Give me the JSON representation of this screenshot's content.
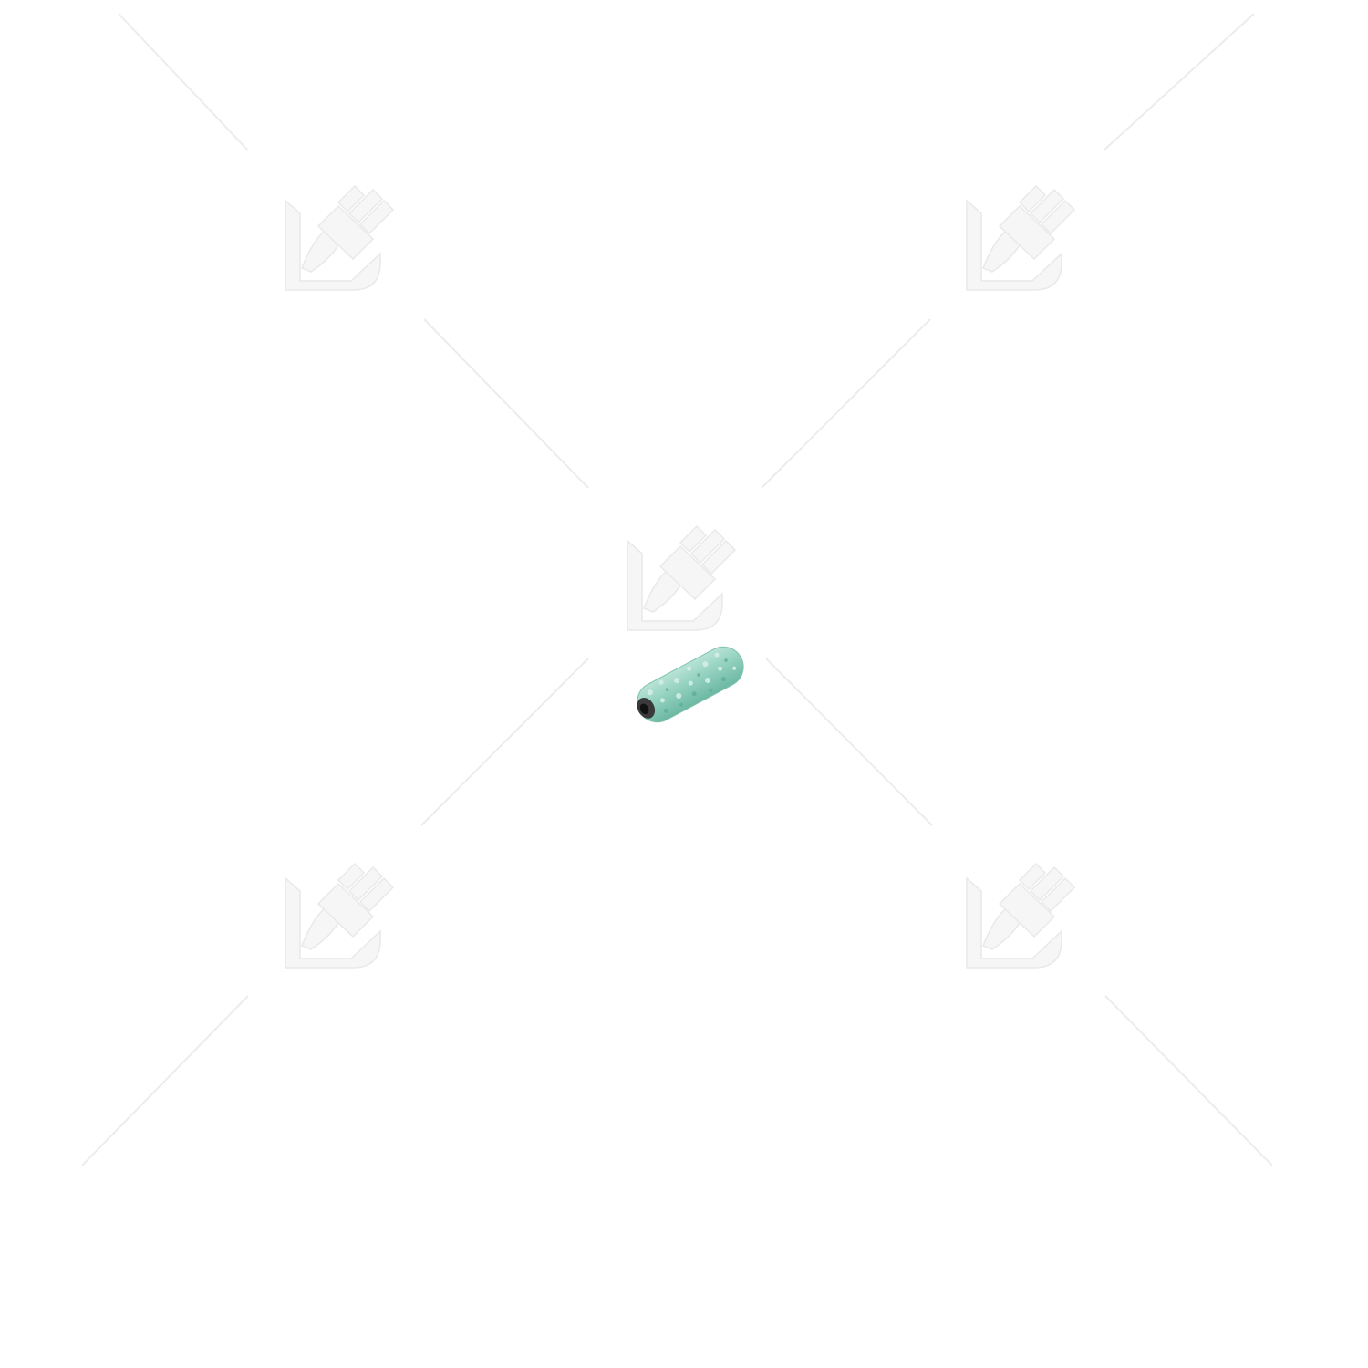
{
  "colors": {
    "background": "#ffffff",
    "watermark_fill": "#f6f6f6",
    "watermark_edge": "#e9e9e9",
    "guide_line": "#ececec",
    "roller_pile": "#8fcfbc",
    "roller_pile_dark": "#5fae99",
    "roller_pile_light": "#c4e8dc",
    "roller_core": "#2a2a2a"
  },
  "watermarks": [
    {
      "name": "watermark-logo-top-left",
      "icon": "brush-logo-icon"
    },
    {
      "name": "watermark-logo-top-right",
      "icon": "brush-logo-icon"
    },
    {
      "name": "watermark-logo-center",
      "icon": "brush-logo-icon"
    },
    {
      "name": "watermark-logo-bottom-left",
      "icon": "brush-logo-icon"
    },
    {
      "name": "watermark-logo-bottom-right",
      "icon": "brush-logo-icon"
    }
  ],
  "product": {
    "icon": "paint-roller-sleeve-icon"
  }
}
